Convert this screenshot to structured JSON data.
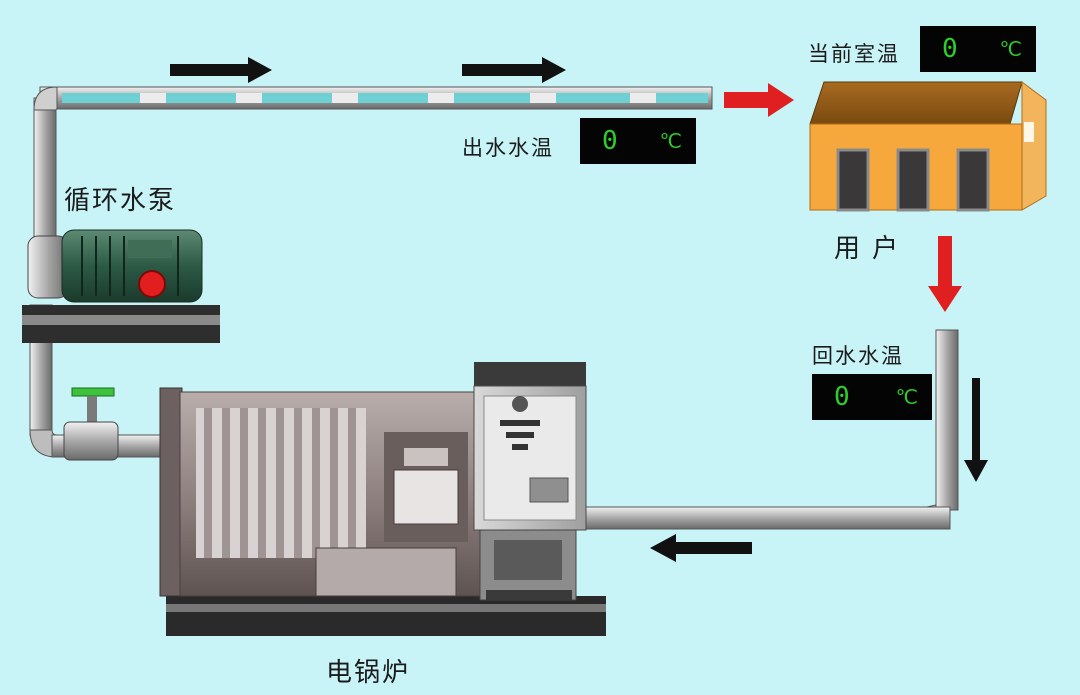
{
  "labels": {
    "pump": "循环水泵",
    "user": "用户",
    "boiler": "电锅炉"
  },
  "readouts": {
    "outlet": {
      "label": "出水水温",
      "value": "0",
      "unit": "℃"
    },
    "room": {
      "label": "当前室温",
      "value": "0",
      "unit": "℃"
    },
    "return": {
      "label": "回水水温",
      "value": "0",
      "unit": "℃"
    }
  },
  "colors": {
    "background": "#c8f4f7",
    "flow_arrow": "#111111",
    "alert_arrow": "#e02020",
    "readout_text": "#2cd02c",
    "house": "#f6a83c"
  },
  "icons": [
    "flow-arrow-icon",
    "red-arrow-icon",
    "valve-icon",
    "pump-icon",
    "house-icon",
    "boiler-icon"
  ]
}
